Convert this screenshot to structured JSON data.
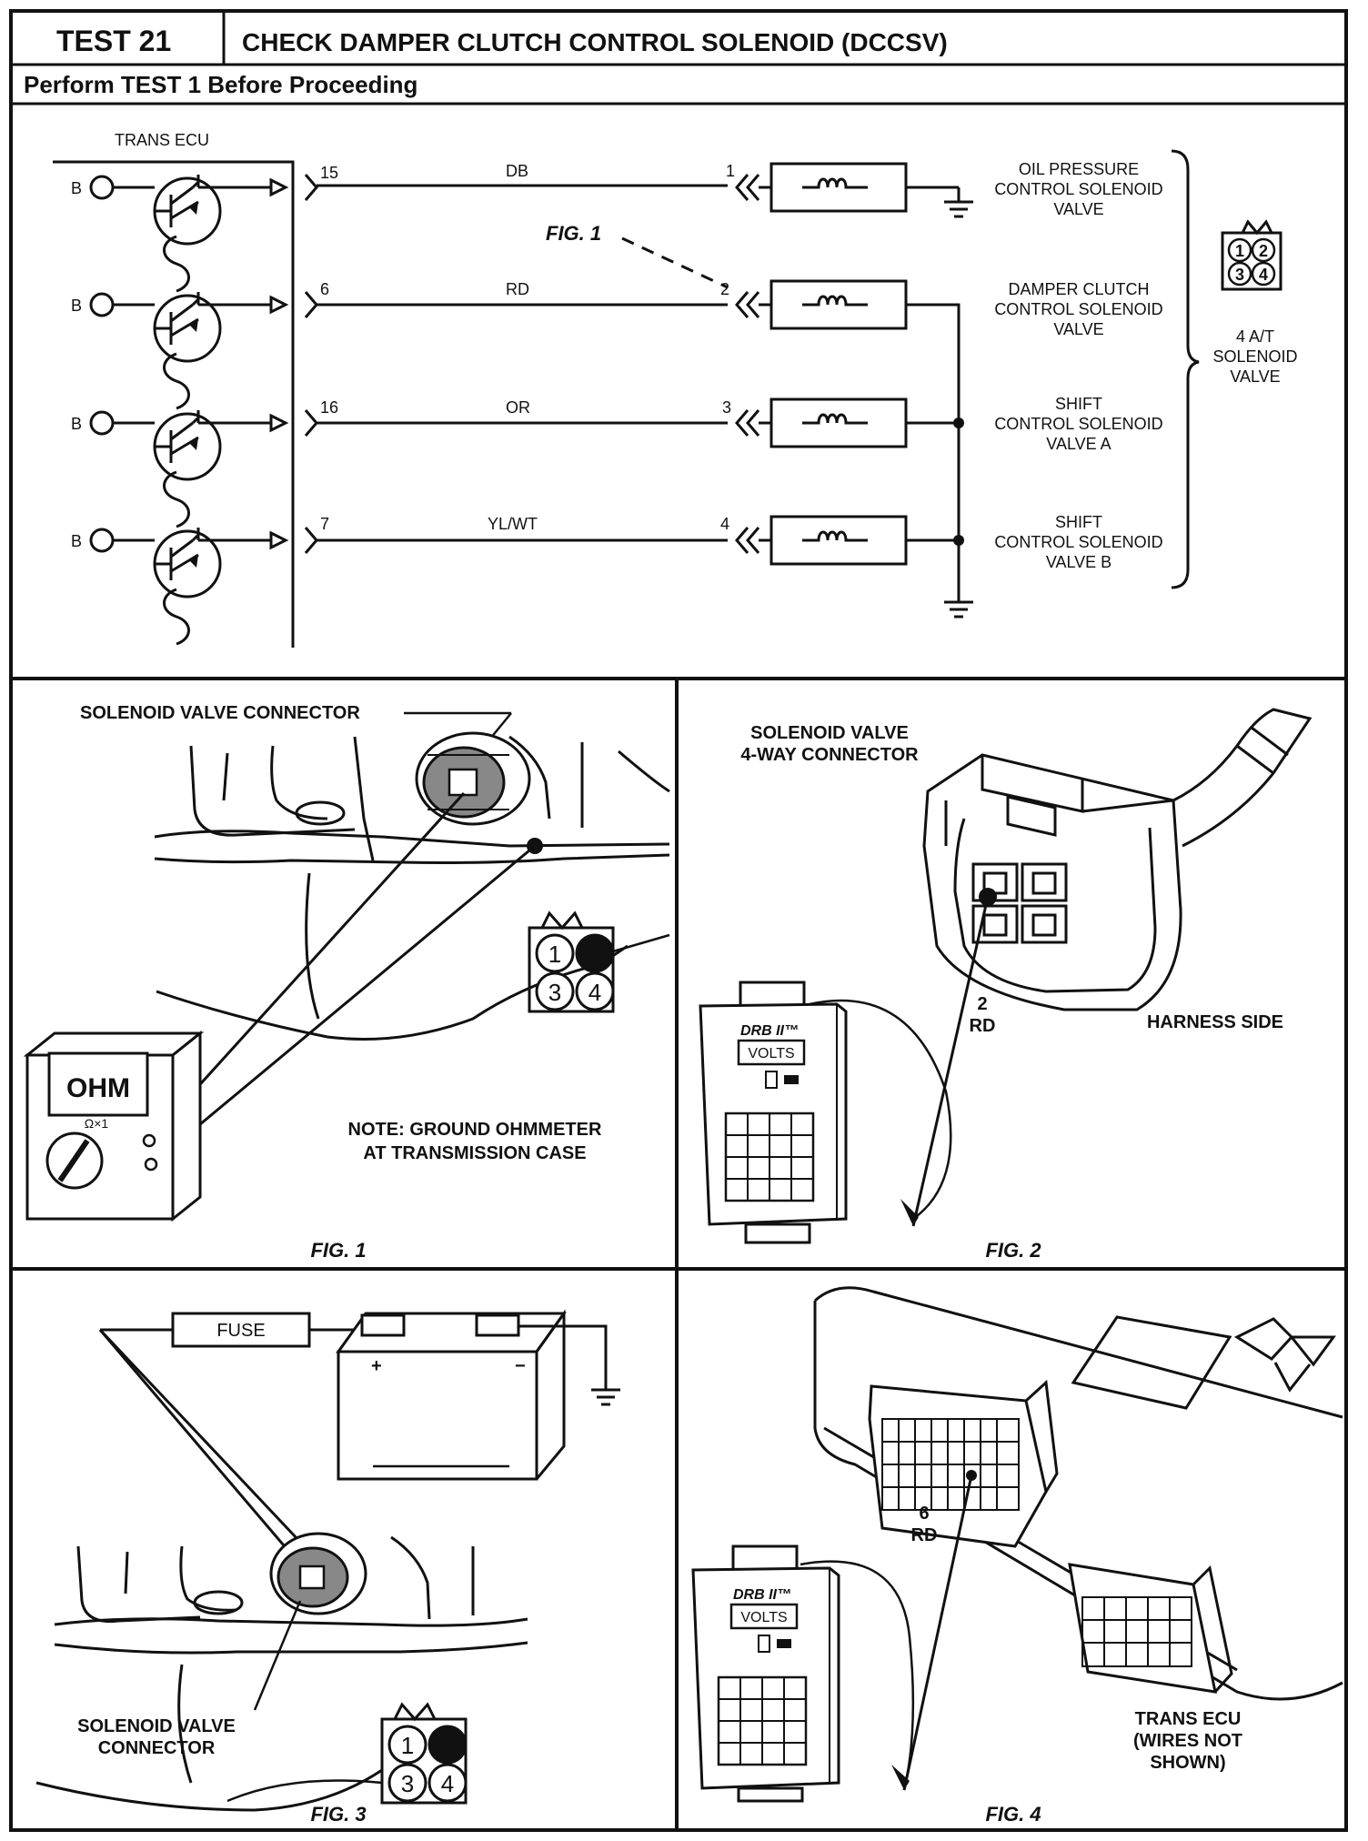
{
  "header": {
    "test_number": "TEST 21",
    "title": "CHECK DAMPER CLUTCH CONTROL SOLENOID (DCCSV)",
    "prereq": "Perform TEST 1 Before Proceeding"
  },
  "schematic": {
    "ecu_label": "TRANS ECU",
    "supply_label": "B",
    "circuits": [
      {
        "ecu_pin": "15",
        "wire": "DB",
        "conn_pin": "1",
        "valve": [
          "OIL PRESSURE",
          "CONTROL SOLENOID",
          "VALVE"
        ]
      },
      {
        "ecu_pin": "6",
        "wire": "RD",
        "conn_pin": "2",
        "valve": [
          "DAMPER CLUTCH",
          "CONTROL SOLENOID",
          "VALVE"
        ]
      },
      {
        "ecu_pin": "16",
        "wire": "OR",
        "conn_pin": "3",
        "valve": [
          "SHIFT",
          "CONTROL SOLENOID",
          "VALVE A"
        ]
      },
      {
        "ecu_pin": "7",
        "wire": "YL/WT",
        "conn_pin": "4",
        "valve": [
          "SHIFT",
          "CONTROL SOLENOID",
          "VALVE B"
        ]
      }
    ],
    "fig_callout": "FIG. 1",
    "group_label": [
      "4 A/T",
      "SOLENOID",
      "VALVE"
    ],
    "connector_pins": [
      "1",
      "2",
      "3",
      "4"
    ]
  },
  "fig1": {
    "connector_label": "SOLENOID VALVE CONNECTOR",
    "meter_display": "OHM",
    "meter_range": "Ω×1",
    "note": [
      "NOTE: GROUND OHMMETER",
      "AT TRANSMISSION CASE"
    ],
    "pins": [
      "1",
      "3",
      "4"
    ],
    "caption": "FIG. 1"
  },
  "fig2": {
    "connector_label": [
      "SOLENOID VALVE",
      "4-WAY CONNECTOR"
    ],
    "tester_brand": "DRB II™",
    "tester_mode": "VOLTS",
    "pin_label": [
      "2",
      "RD"
    ],
    "side_label": "HARNESS SIDE",
    "caption": "FIG. 2"
  },
  "fig3": {
    "fuse_label": "FUSE",
    "battery_pos": "+",
    "battery_neg": "−",
    "connector_label": [
      "SOLENOID VALVE",
      "CONNECTOR"
    ],
    "pins": [
      "1",
      "3",
      "4"
    ],
    "caption": "FIG. 3"
  },
  "fig4": {
    "pin_label": [
      "6",
      "RD"
    ],
    "tester_brand": "DRB II™",
    "tester_mode": "VOLTS",
    "ecu_label": [
      "TRANS ECU",
      "(WIRES NOT",
      "SHOWN)"
    ],
    "caption": "FIG. 4"
  }
}
